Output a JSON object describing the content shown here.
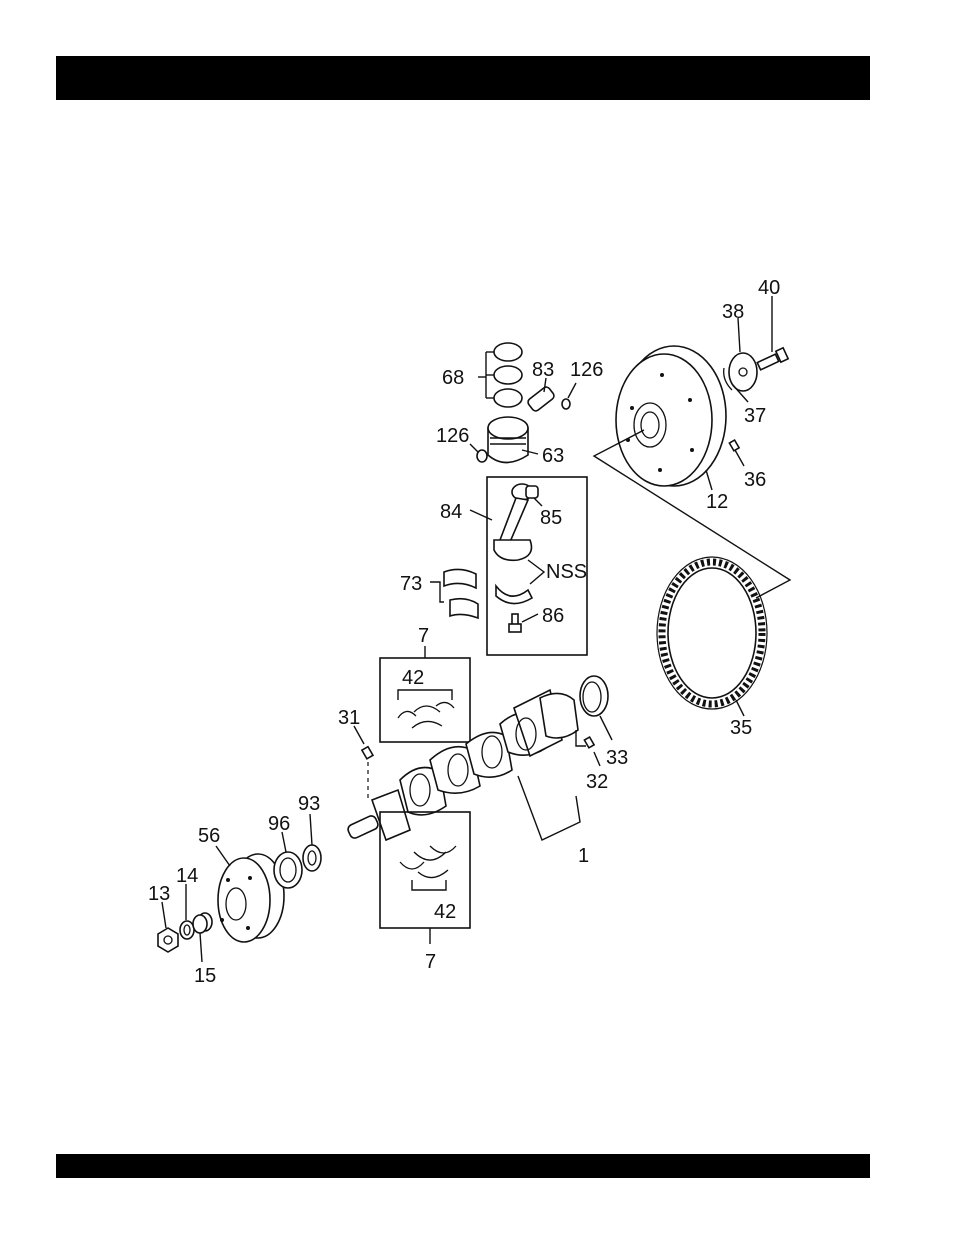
{
  "page": {
    "header_bar_color": "#000000",
    "footer_bar_color": "#000000"
  },
  "diagram": {
    "labels": {
      "l40": "40",
      "l38": "38",
      "l37": "37",
      "l36": "36",
      "l12": "12",
      "l68": "68",
      "l83": "83",
      "l126a": "126",
      "l126b": "126",
      "l63": "63",
      "l84": "84",
      "l85": "85",
      "lnss": "NSS",
      "l73": "73",
      "l86": "86",
      "l7a": "7",
      "l42a": "42",
      "l31": "31",
      "l33": "33",
      "l32": "32",
      "l35": "35",
      "l1": "1",
      "l93": "93",
      "l96": "96",
      "l56": "56",
      "l14": "14",
      "l13": "13",
      "l15": "15",
      "l42b": "42",
      "l7b": "7"
    }
  }
}
